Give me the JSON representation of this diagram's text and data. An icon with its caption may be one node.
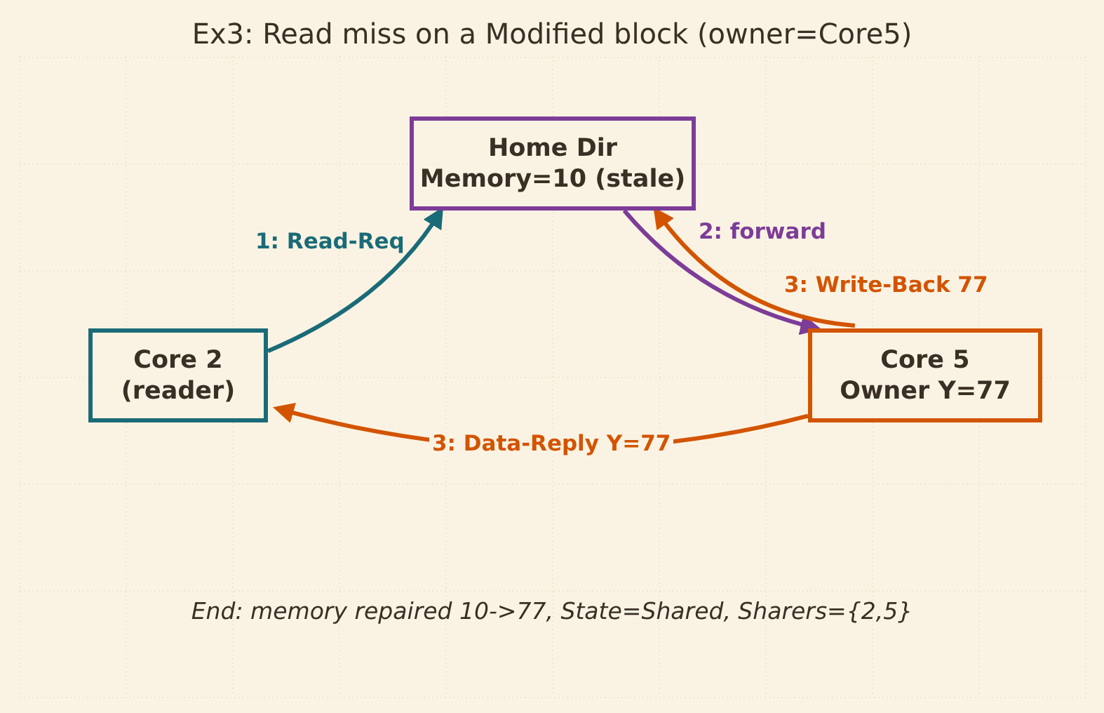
{
  "diagram": {
    "title": "Ex3: Read miss on a Modified block (owner=Core5)",
    "nodes": [
      {
        "text": [
          "Home Dir",
          "Memory=10 (stale)"
        ]
      },
      {
        "text": [
          "Core 2",
          "(reader)"
        ]
      },
      {
        "text": [
          "Core 5",
          "Owner Y=77"
        ]
      }
    ],
    "edges": [
      {
        "from": 1,
        "to": 0,
        "arrow": "to",
        "label": "1: Read-Req",
        "color": "#1a6b78"
      },
      {
        "from": 0,
        "to": 2,
        "arrow": "to",
        "label": "2: forward",
        "color": "#7d3c98"
      },
      {
        "from": 2,
        "to": 0,
        "arrow": "to",
        "label": "3: Write-Back 77",
        "color": "#d35400"
      },
      {
        "from": 2,
        "to": 1,
        "arrow": "to",
        "label": "3: Data-Reply Y=77",
        "color": "#d35400"
      }
    ],
    "labels": [
      "End: memory repaired 10->77, State=Shared, Sharers={2,5}"
    ]
  }
}
